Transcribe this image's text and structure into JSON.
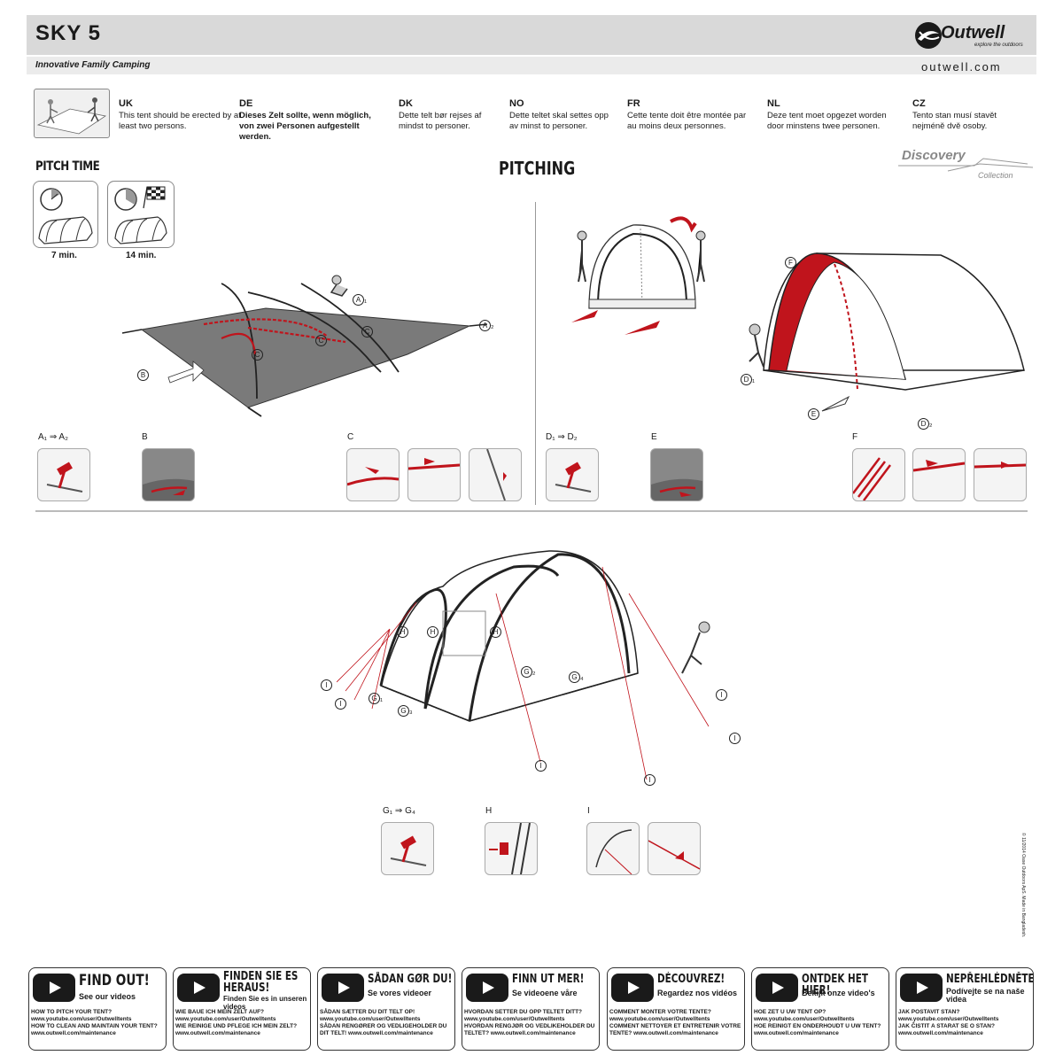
{
  "header": {
    "title": "SKY 5",
    "subtitle": "Innovative Family Camping",
    "website": "outwell.com"
  },
  "brand": {
    "name": "Outwell",
    "tagline": "explore the outdoors",
    "accent": "#c0141c",
    "grey": "#7a7a7a"
  },
  "collection": {
    "name": "Discovery",
    "sub": "Collection"
  },
  "languages": [
    {
      "code": "UK",
      "text": "This tent should be erected by at least two persons."
    },
    {
      "code": "DE",
      "text": "Dieses Zelt sollte, wenn möglich, von zwei Personen aufgestellt werden."
    },
    {
      "code": "DK",
      "text": "Dette telt bør rejses af mindst to personer."
    },
    {
      "code": "NO",
      "text": "Dette teltet skal settes opp av minst to personer."
    },
    {
      "code": "FR",
      "text": "Cette tente doit être montée par au moins deux personnes."
    },
    {
      "code": "NL",
      "text": "Deze tent moet opgezet worden door minstens twee personen."
    },
    {
      "code": "CZ",
      "text": "Tento stan musí stavět nejméně dvě osoby."
    }
  ],
  "pitch_time": {
    "heading": "PITCH TIME",
    "times": [
      "7 min.",
      "14 min."
    ]
  },
  "pitching": {
    "heading": "PITCHING"
  },
  "steps_row1": [
    "A₁ ⇒ A₂",
    "B",
    "C",
    "D₁ ⇒ D₂",
    "E",
    "F"
  ],
  "steps_row2": [
    "G₁ ⇒ G₄",
    "H",
    "I"
  ],
  "callouts": {
    "A1": "A1",
    "A2": "A2",
    "B": "B",
    "C": "C",
    "D1": "D1",
    "D2": "D2",
    "E": "E",
    "F": "F",
    "G1": "G1",
    "G2": "G2",
    "G3": "G3",
    "G4": "G4",
    "H": "H",
    "I": "I"
  },
  "side_note": "© 11/2014 Oase Outdoors ApS. Made in Bangladesh.",
  "footer": [
    {
      "head": "FIND OUT!",
      "sub": "See our videos",
      "l1": "HOW TO PITCH YOUR TENT?",
      "l2": "www.youtube.com/user/Outwelltents",
      "l3": "HOW TO CLEAN AND MAINTAIN YOUR TENT?",
      "l4": "www.outwell.com/maintenance"
    },
    {
      "head": "FINDEN SIE ES HERAUS!",
      "sub": "Finden Sie es in unseren videos",
      "l1": "WIE BAUE ICH MEIN ZELT AUF?",
      "l2": "www.youtube.com/user/Outwelltents",
      "l3": "WIE REINIGE UND PFLEGE ICH MEIN ZELT?",
      "l4": "www.outwell.com/maintenance"
    },
    {
      "head": "SÅDAN GØR DU!",
      "sub": "Se vores videoer",
      "l1": "SÅDAN SÆTTER DU DIT TELT OP!",
      "l2": "www.youtube.com/user/Outwelltents",
      "l3": "SÅDAN RENGØRER OG VEDLIGEHOLDER DU DIT TELT! www.outwell.com/maintenance",
      "l4": ""
    },
    {
      "head": "FINN UT MER!",
      "sub": "Se videoene våre",
      "l1": "HVORDAN SETTER DU OPP TELTET DITT?",
      "l2": "www.youtube.com/user/Outwelltents",
      "l3": "HVORDAN RENGJØR OG VEDLIKEHOLDER DU TELTET? www.outwell.com/maintenance",
      "l4": ""
    },
    {
      "head": "DÉCOUVREZ!",
      "sub": "Regardez nos vidéos",
      "l1": "COMMENT MONTER VOTRE TENTE?",
      "l2": "www.youtube.com/user/Outwelltents",
      "l3": "COMMENT NETTOYER ET ENTRETENIR VOTRE TENTE? www.outwell.com/maintenance",
      "l4": ""
    },
    {
      "head": "ONTDEK HET HIER!",
      "sub": "Bekijk onze video's",
      "l1": "HOE ZET U UW TENT OP?",
      "l2": "www.youtube.com/user/Outwelltents",
      "l3": "HOE REINIGT EN ONDERHOUDT U UW TENT?",
      "l4": "www.outwell.com/maintenance"
    },
    {
      "head": "NEPŘEHLÉDNĚTE!",
      "sub": "Podívejte se na naše videa",
      "l1": "JAK POSTAVIT STAN?",
      "l2": "www.youtube.com/user/Outwelltents",
      "l3": "JAK ČISTIT A STARAT SE O STAN?",
      "l4": "www.outwell.com/maintenance"
    }
  ]
}
